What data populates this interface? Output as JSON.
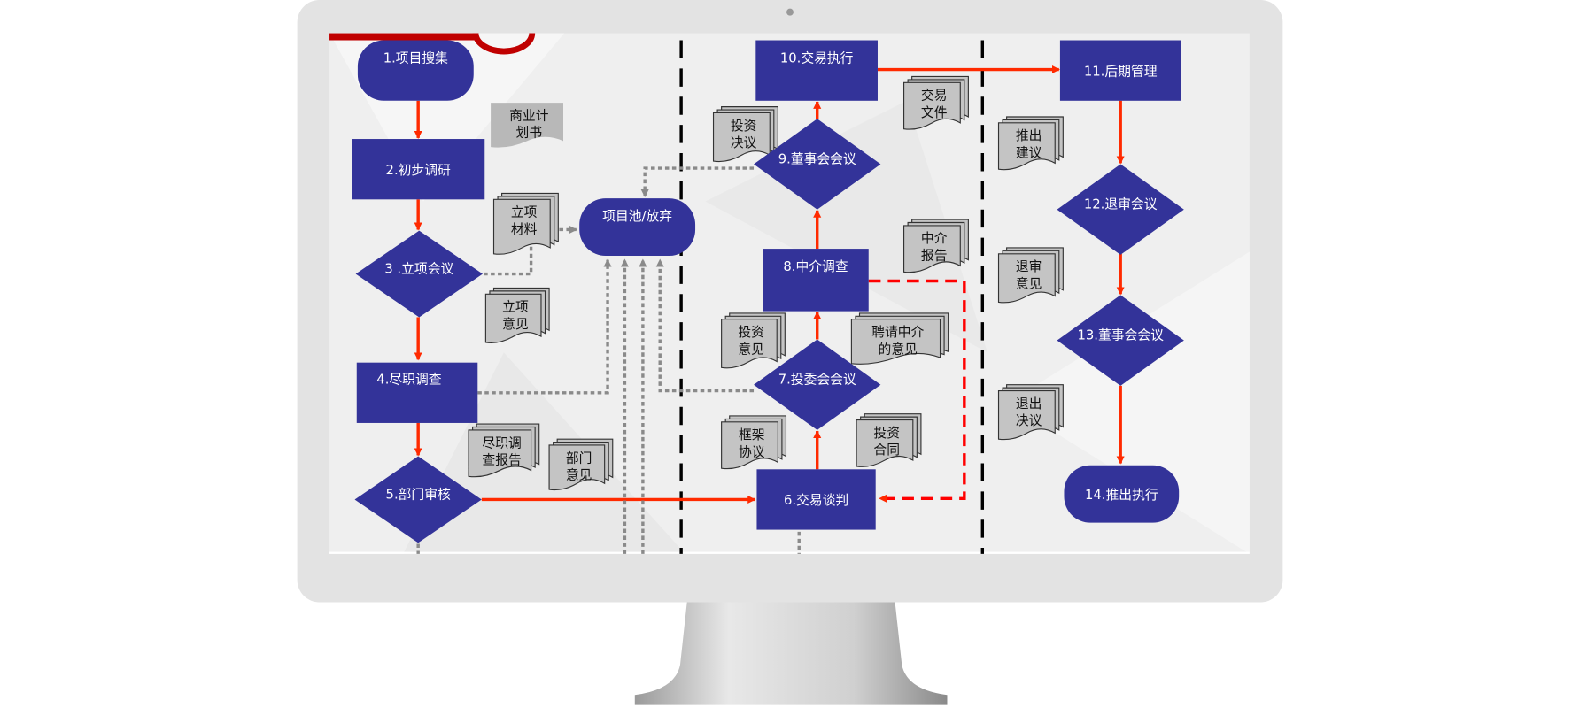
{
  "colors": {
    "node": "#333399",
    "arrow": "#ff2a00",
    "doc": "#c4c4c4",
    "bezel": "#e3e3e3"
  },
  "nodes": [
    {
      "id": "n1",
      "label": "1.项目搜集"
    },
    {
      "id": "n2",
      "label": "2.初步调研"
    },
    {
      "id": "n3",
      "label": "3 .立项会议"
    },
    {
      "id": "n4",
      "label": "4.尽职调查"
    },
    {
      "id": "n5",
      "label": "5.部门审核"
    },
    {
      "id": "n6",
      "label": "6.交易谈判"
    },
    {
      "id": "n7",
      "label": "7.投委会会议"
    },
    {
      "id": "n8",
      "label": "8.中介调查"
    },
    {
      "id": "n9",
      "label": "9.董事会会议"
    },
    {
      "id": "n10",
      "label": "10.交易执行"
    },
    {
      "id": "n11",
      "label": "11.后期管理"
    },
    {
      "id": "n12",
      "label": "12.退审会议"
    },
    {
      "id": "n13",
      "label": "13.董事会会议"
    },
    {
      "id": "n14",
      "label": "14.推出执行"
    },
    {
      "id": "pool",
      "label": "项目池/放弃"
    }
  ],
  "documents": [
    {
      "line1": "商业计",
      "line2": "划书"
    },
    {
      "line1": "立项",
      "line2": "材料"
    },
    {
      "line1": "立项",
      "line2": "意见"
    },
    {
      "line1": "尽职调",
      "line2": "查报告"
    },
    {
      "line1": "部门",
      "line2": "意见"
    },
    {
      "line1": "投资",
      "line2": "决议"
    },
    {
      "line1": "交易",
      "line2": "文件"
    },
    {
      "line1": "中介",
      "line2": "报告"
    },
    {
      "line1": "投资",
      "line2": "意见"
    },
    {
      "line1": "聘请中介",
      "line2": "的意见"
    },
    {
      "line1": "框架",
      "line2": "协议"
    },
    {
      "line1": "投资",
      "line2": "合同"
    },
    {
      "line1": "推出",
      "line2": "建议"
    },
    {
      "line1": "退审",
      "line2": "意见"
    },
    {
      "line1": "退出",
      "line2": "决议"
    }
  ]
}
